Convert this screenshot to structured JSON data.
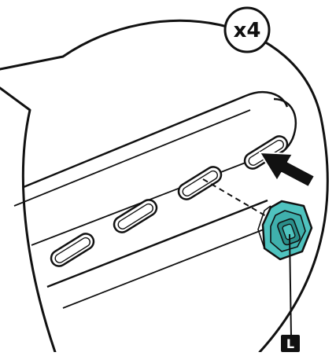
{
  "diagram": {
    "quantity_label": "x4",
    "part_label": "L",
    "colors": {
      "outline": "#111111",
      "background": "#ffffff",
      "part_fill": "#4fc3bf",
      "part_dark": "#2a8e8a",
      "label_fill": "#111111",
      "label_text": "#ffffff"
    },
    "icons": [
      "callout-bubble",
      "rail-with-slots",
      "insert-arrow",
      "dashed-guide-line",
      "plastic-insert-part",
      "quantity-badge",
      "part-label-badge"
    ]
  }
}
